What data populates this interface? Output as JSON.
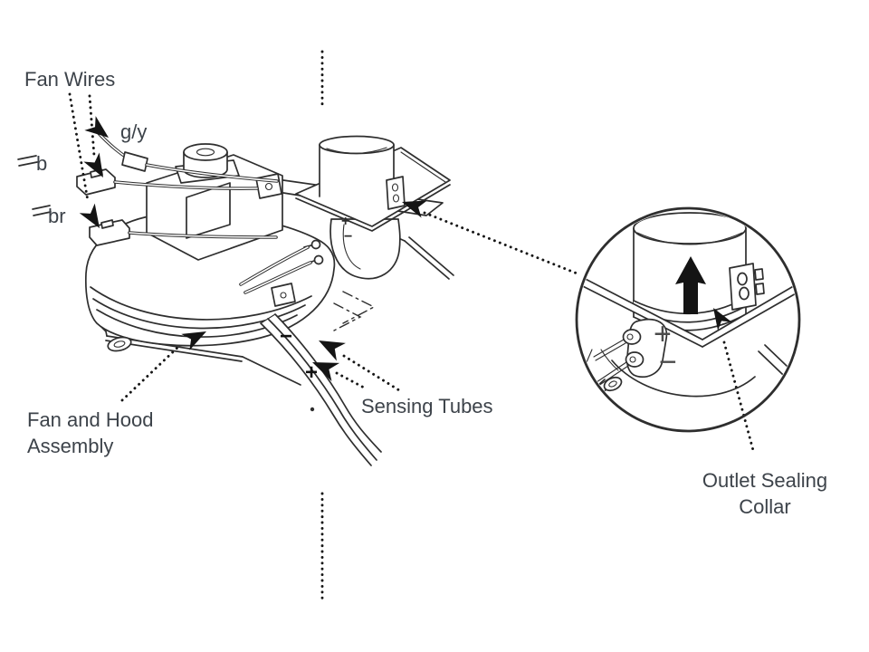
{
  "figure": {
    "description": "Exploded line-art diagram of fan and hood assembly with outlet sealing collar detail view",
    "colors": {
      "background": "#ffffff",
      "line": "#2e2e2e",
      "text": "#3d434a",
      "arrow": "#141414"
    }
  },
  "labels": {
    "fan_wires": "Fan Wires",
    "wire_gy": "g/y",
    "wire_b": "b",
    "wire_br": "br",
    "fan_hood_line1": "Fan and Hood",
    "fan_hood_line2": "Assembly",
    "sensing_tubes": "Sensing Tubes",
    "outlet_sealing_line1": "Outlet Sealing",
    "outlet_sealing_line2": "Collar"
  },
  "marks": {
    "outlet_tap_plus": "+",
    "outlet_tap_minus": "−",
    "hood_tube_minus": "−",
    "hood_tube_plus": "+",
    "detail_plus": "+",
    "detail_minus": "−"
  }
}
